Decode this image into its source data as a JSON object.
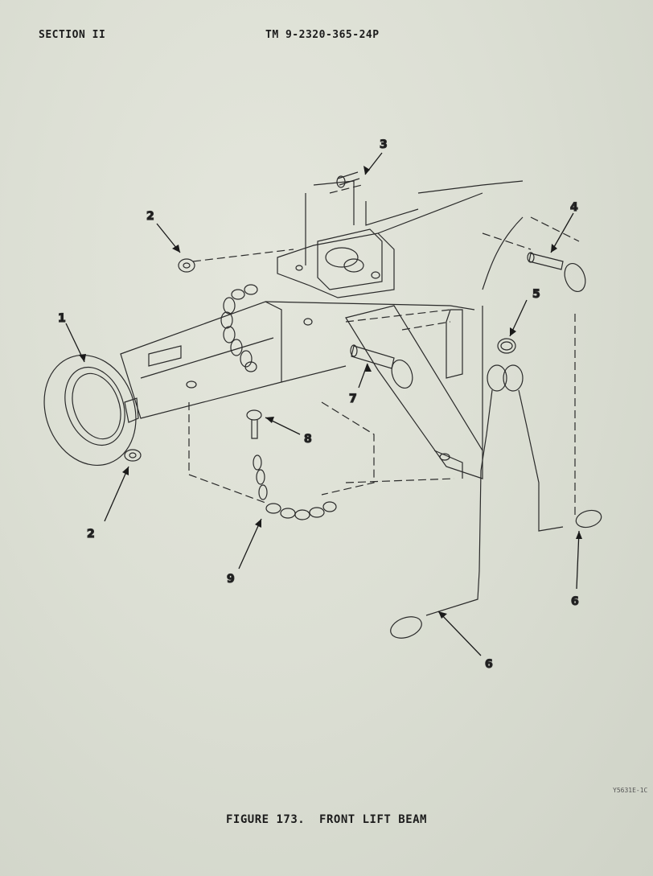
{
  "header": {
    "section": "SECTION II",
    "tm_number": "TM 9-2320-365-24P"
  },
  "callouts": {
    "c1": "1",
    "c2a": "2",
    "c2b": "2",
    "c3": "3",
    "c4": "4",
    "c5": "5",
    "c6a": "6",
    "c6b": "6",
    "c7": "7",
    "c8": "8",
    "c9": "9"
  },
  "figure_caption": "FIGURE 173.  FRONT LIFT BEAM",
  "drawing_code": "Y5631E-1C"
}
